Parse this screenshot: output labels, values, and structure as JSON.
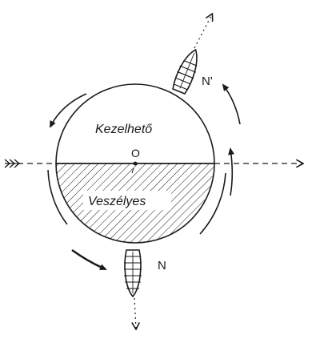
{
  "labels": {
    "upper_zone": "Kezelhető",
    "lower_zone": "Veszélyes",
    "center": "O",
    "boat_top": "N'",
    "boat_bottom": "N"
  },
  "colors": {
    "ink": "#1a1a1a",
    "background": "#ffffff"
  }
}
